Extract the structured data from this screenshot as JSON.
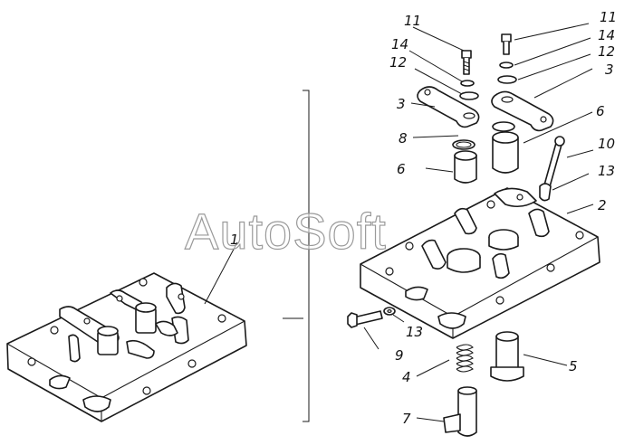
{
  "watermark": "AutoSoft",
  "callouts": {
    "c1": "1",
    "c2": "2",
    "c3a": "3",
    "c3b": "3",
    "c4": "4",
    "c5": "5",
    "c6a": "6",
    "c6b": "6",
    "c7": "7",
    "c8": "8",
    "c9": "9",
    "c10": "10",
    "c11a": "11",
    "c11b": "11",
    "c12a": "12",
    "c12b": "12",
    "c13a": "13",
    "c13b": "13",
    "c14a": "14",
    "c14b": "14"
  }
}
